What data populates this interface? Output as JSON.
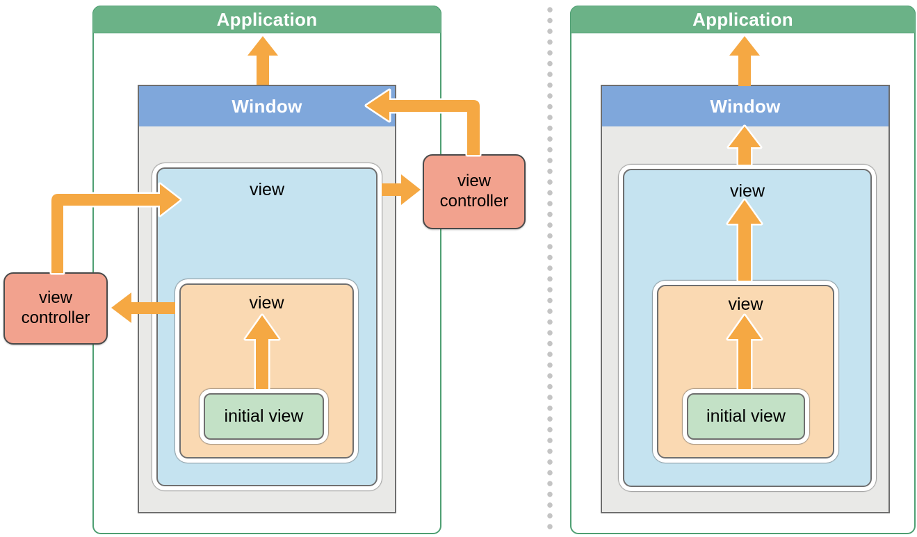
{
  "colors": {
    "application_green": "#6BB287",
    "application_border": "#4E9F72",
    "window_blue": "#7FA7DB",
    "window_gray": "#E9E9E7",
    "window_border": "#6E6E6E",
    "view_blue": "#C5E3F0",
    "view_orange": "#FAD9B2",
    "initial_view_green": "#C3E1C6",
    "controller_pink": "#F2A28E",
    "arrow_orange": "#F5A843",
    "separator_gray": "#C4C4C4"
  },
  "left_diagram": {
    "application_label": "Application",
    "window_label": "Window",
    "root_view_label": "view",
    "child_view_label": "view",
    "initial_view_label": "initial view",
    "left_controller_label": "view controller",
    "right_controller_label": "view controller"
  },
  "right_diagram": {
    "application_label": "Application",
    "window_label": "Window",
    "root_view_label": "view",
    "child_view_label": "view",
    "initial_view_label": "initial view"
  },
  "arrows": {
    "left": [
      "window-to-application",
      "right-controller-to-window",
      "root-view-to-right-controller",
      "left-controller-to-root-view",
      "child-view-to-left-controller",
      "initial-view-to-child-view"
    ],
    "right": [
      "window-to-application",
      "root-view-to-window",
      "child-view-to-root-view",
      "initial-view-to-child-view"
    ]
  }
}
